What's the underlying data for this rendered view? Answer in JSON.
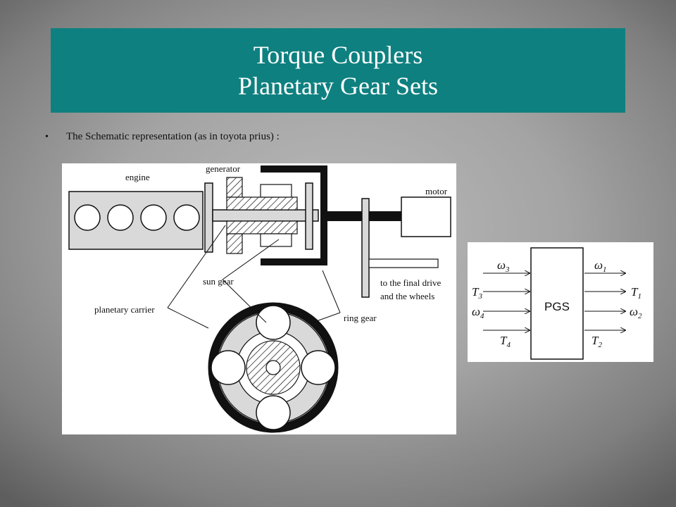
{
  "slide": {
    "title_line1": "Torque Couplers",
    "title_line2": "Planetary Gear Sets",
    "bullet": "The Schematic representation (as in toyota prius) :"
  },
  "schematic": {
    "labels": {
      "engine": "engine",
      "generator": "generator",
      "motor": "motor",
      "sun_gear": "sun gear",
      "planetary_carrier": "planetary carrier",
      "ring_gear": "ring gear",
      "final_drive_1": "to the final drive",
      "final_drive_2": "and the wheels"
    }
  },
  "pgs": {
    "center_label": "PGS",
    "inputs": [
      {
        "sym": "ω",
        "sub": "3"
      },
      {
        "sym": "T",
        "sub": "3"
      },
      {
        "sym": "ω",
        "sub": "4"
      },
      {
        "sym": "T",
        "sub": "4"
      }
    ],
    "outputs": [
      {
        "sym": "ω",
        "sub": "1"
      },
      {
        "sym": "T",
        "sub": "1"
      },
      {
        "sym": "ω",
        "sub": "2"
      },
      {
        "sym": "T",
        "sub": "2"
      }
    ]
  },
  "colors": {
    "title_bg": "#0f8080",
    "title_text": "#ffffff",
    "part_fill": "#d9d9d9",
    "ink": "#111111"
  }
}
